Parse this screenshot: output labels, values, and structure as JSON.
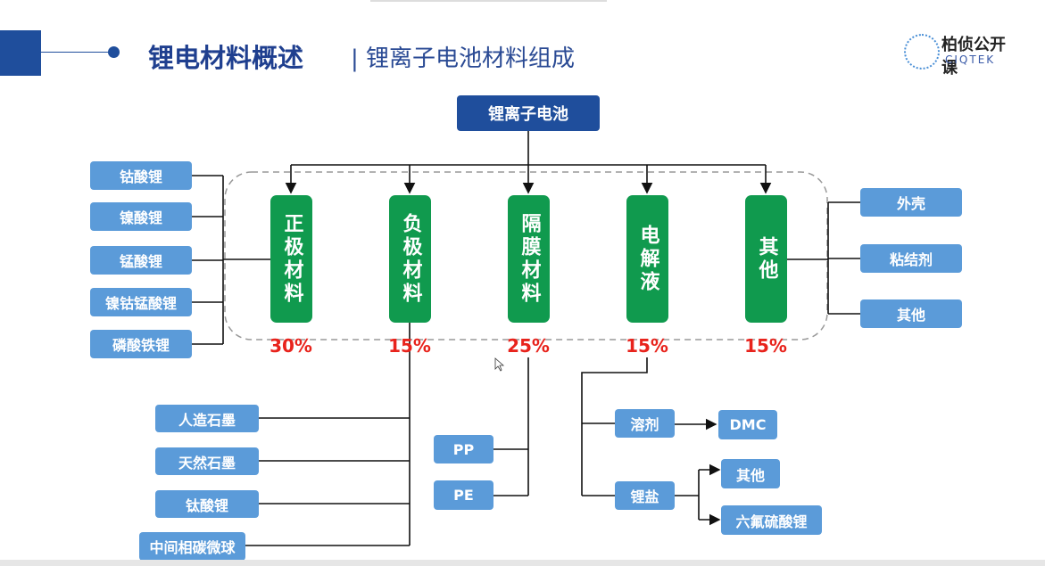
{
  "header": {
    "title": "锂电材料概述",
    "subtitle": "| 锂离子电池材料组成"
  },
  "logo": {
    "cn": "柏侦公开课",
    "en": "CIQTEK"
  },
  "root": "锂离子电池",
  "components": [
    {
      "label": "正极材料",
      "percent": "30%"
    },
    {
      "label": "负极材料",
      "percent": "15%"
    },
    {
      "label": "隔膜材料",
      "percent": "25%"
    },
    {
      "label": "电解液",
      "percent": "15%"
    },
    {
      "label": "其他",
      "percent": "15%"
    }
  ],
  "cathode": [
    "钴酸锂",
    "镍酸锂",
    "锰酸锂",
    "镍钴锰酸锂",
    "磷酸铁锂"
  ],
  "other": [
    "外壳",
    "粘结剂",
    "其他"
  ],
  "anode": [
    "人造石墨",
    "天然石墨",
    "钛酸锂",
    "中间相碳微球"
  ],
  "separator": [
    "PP",
    "PE"
  ],
  "electrolyte": {
    "solvent": "溶剂",
    "solvent_child": "DMC",
    "salt": "锂盐",
    "salt_children": [
      "其他",
      "六氟硫酸锂"
    ]
  }
}
